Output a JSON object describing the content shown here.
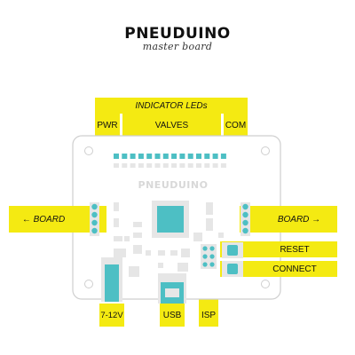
{
  "header": {
    "brand": "PNEUDUINO",
    "subtitle": "master board"
  },
  "board": {
    "silkscreen": "PNEUDUINO"
  },
  "labels": {
    "indicator_leds": "INDICATOR LEDs",
    "pwr": "PWR",
    "valves": "VALVES",
    "com": "COM",
    "board_left": "← BOARD",
    "board_right": "BOARD →",
    "reset": "RESET",
    "connect": "CONNECT",
    "power_in": "7-12V",
    "usb": "USB",
    "isp": "ISP"
  },
  "colors": {
    "highlight": "#f4ea12",
    "component": "#4dbfc4",
    "board": "#ffffff",
    "outline": "#cfcfcf",
    "part": "#e6e6e6"
  }
}
